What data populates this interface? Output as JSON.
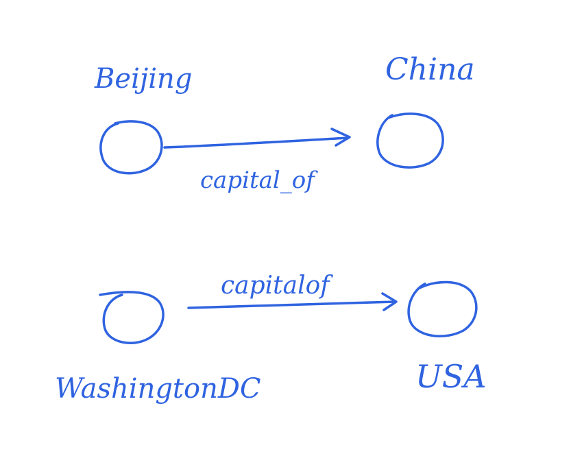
{
  "diagram": {
    "accent_color": "#2f63e0",
    "nodes": [
      {
        "id": "beijing",
        "label": "Beijing"
      },
      {
        "id": "china",
        "label": "China"
      },
      {
        "id": "washington",
        "label": "WashingtonDC"
      },
      {
        "id": "usa",
        "label": "USA"
      }
    ],
    "edges": [
      {
        "from": "beijing",
        "to": "china",
        "label": "capital_of"
      },
      {
        "from": "washington",
        "to": "usa",
        "label": "capitalof"
      }
    ]
  }
}
